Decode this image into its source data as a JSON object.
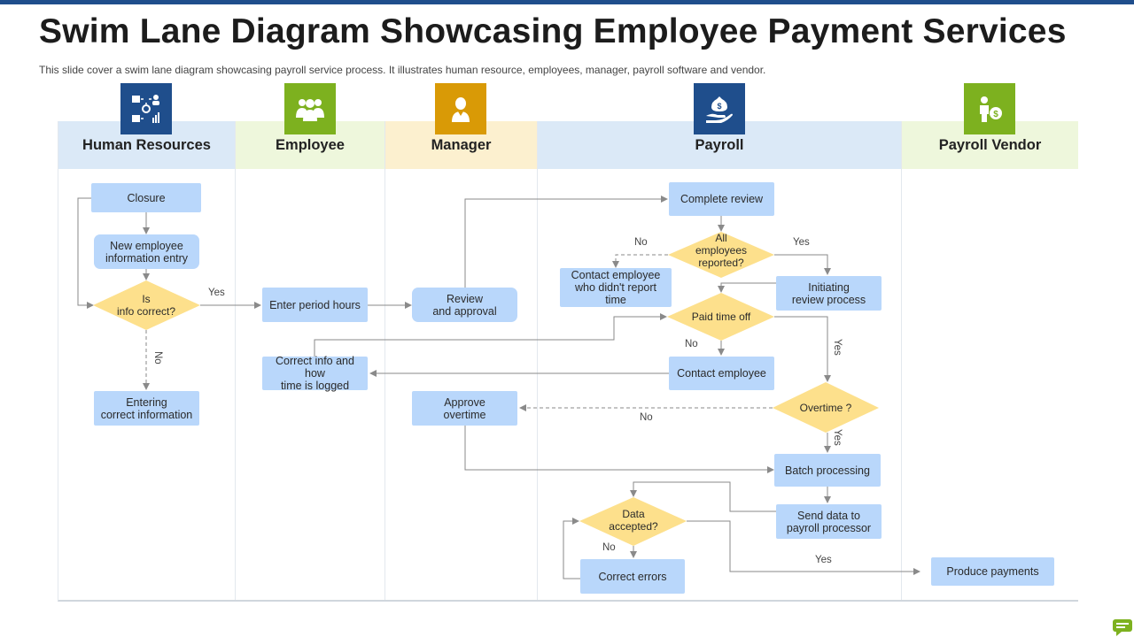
{
  "title": "Swim Lane Diagram Showcasing Employee Payment Services",
  "subtitle": "This slide cover a swim lane diagram showcasing payroll service process. It illustrates human resource, employees, manager, payroll software and vendor.",
  "lanes": [
    {
      "label": "Human Resources",
      "icon": "hr-network-icon",
      "icon_color": "#1f4e8c",
      "header_color": "#dbe9f7"
    },
    {
      "label": "Employee",
      "icon": "people-group-icon",
      "icon_color": "#7db11f",
      "header_color": "#eef7dc"
    },
    {
      "label": "Manager",
      "icon": "manager-person-icon",
      "icon_color": "#d99a06",
      "header_color": "#fcf0cf"
    },
    {
      "label": "Payroll",
      "icon": "money-hand-icon",
      "icon_color": "#1f4e8c",
      "header_color": "#dbe9f7"
    },
    {
      "label": "Payroll Vendor",
      "icon": "vendor-dollar-icon",
      "icon_color": "#7db11f",
      "header_color": "#eef7dc"
    }
  ],
  "nodes": {
    "closure": "Closure",
    "new_employee_entry": "New employee\ninformation entry",
    "is_info_correct": "Is\ninfo correct?",
    "entering_correct_info": "Entering\ncorrect information",
    "enter_period_hours": "Enter period hours",
    "correct_info_logged": "Correct info and how\ntime is logged",
    "review_approval": "Review\nand approval",
    "approve_overtime": "Approve\novertime",
    "complete_review": "Complete review",
    "all_reported": "All\nemployees\nreported?",
    "contact_not_reported": "Contact employee\nwho didn't report time",
    "initiating_review": "Initiating\nreview process",
    "paid_time_off": "Paid time off",
    "contact_employee": "Contact employee",
    "overtime": "Overtime ?",
    "batch_processing": "Batch processing",
    "send_data": "Send data to\npayroll processor",
    "data_accepted": "Data\naccepted?",
    "correct_errors": "Correct errors",
    "produce_payments": "Produce payments"
  },
  "edge_labels": {
    "yes_info": "Yes",
    "no_info": "No",
    "no_reported": "No",
    "yes_reported": "Yes",
    "no_pto": "No",
    "yes_pto": "Yes",
    "no_overtime": "No",
    "yes_overtime": "Yes",
    "no_data": "No",
    "yes_data": "Yes"
  },
  "colors": {
    "process_box": "#b9d7fb",
    "decision": "#fde08c",
    "connector": "#8a8a8a",
    "accent": "#1f4e8c"
  }
}
